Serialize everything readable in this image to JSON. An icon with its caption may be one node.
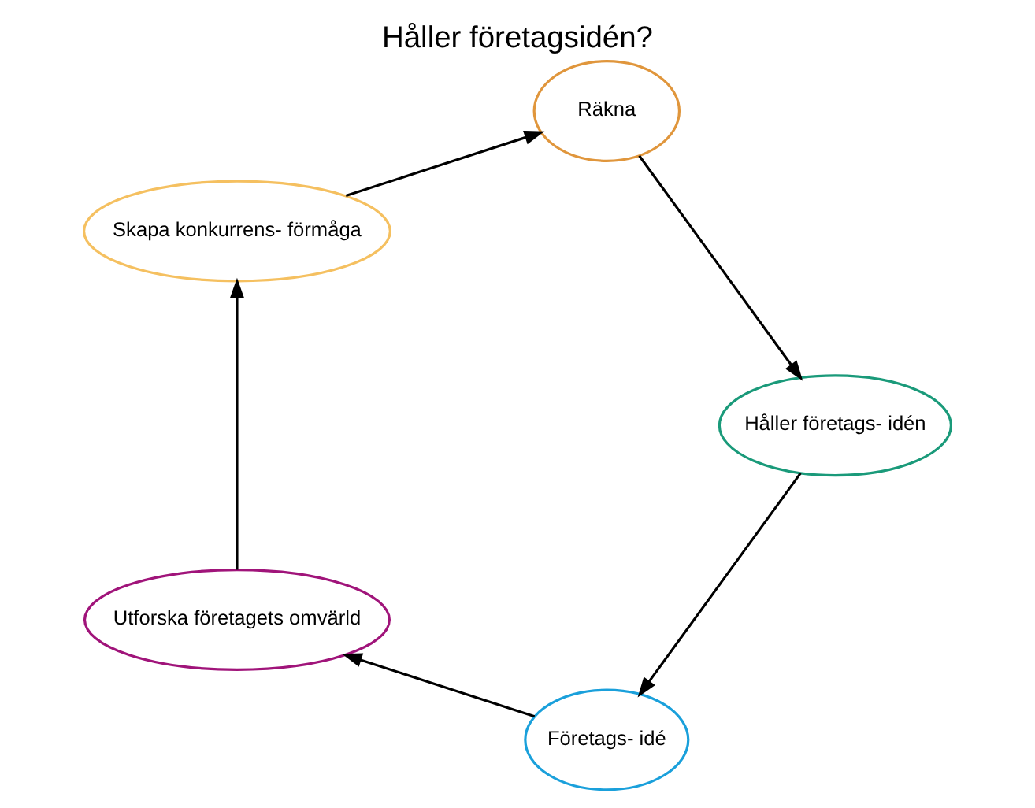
{
  "diagram": {
    "title": "Håller företagsidén?",
    "nodes": [
      {
        "text": [
          "Företags- idé"
        ]
      },
      {
        "text": [
          "Utforska företagets omvärld"
        ]
      },
      {
        "text": [
          "Skapa konkurrens- förmåga"
        ]
      },
      {
        "text": [
          "Räkna"
        ]
      },
      {
        "text": [
          "Håller företags- idén"
        ]
      }
    ],
    "edges": [
      {
        "from": 0,
        "to": 1,
        "arrow": "to"
      },
      {
        "from": 1,
        "to": 2,
        "arrow": "to"
      },
      {
        "from": 2,
        "to": 3,
        "arrow": "to"
      },
      {
        "from": 3,
        "to": 4,
        "arrow": "to"
      },
      {
        "from": 4,
        "to": 0,
        "arrow": "to"
      }
    ]
  }
}
